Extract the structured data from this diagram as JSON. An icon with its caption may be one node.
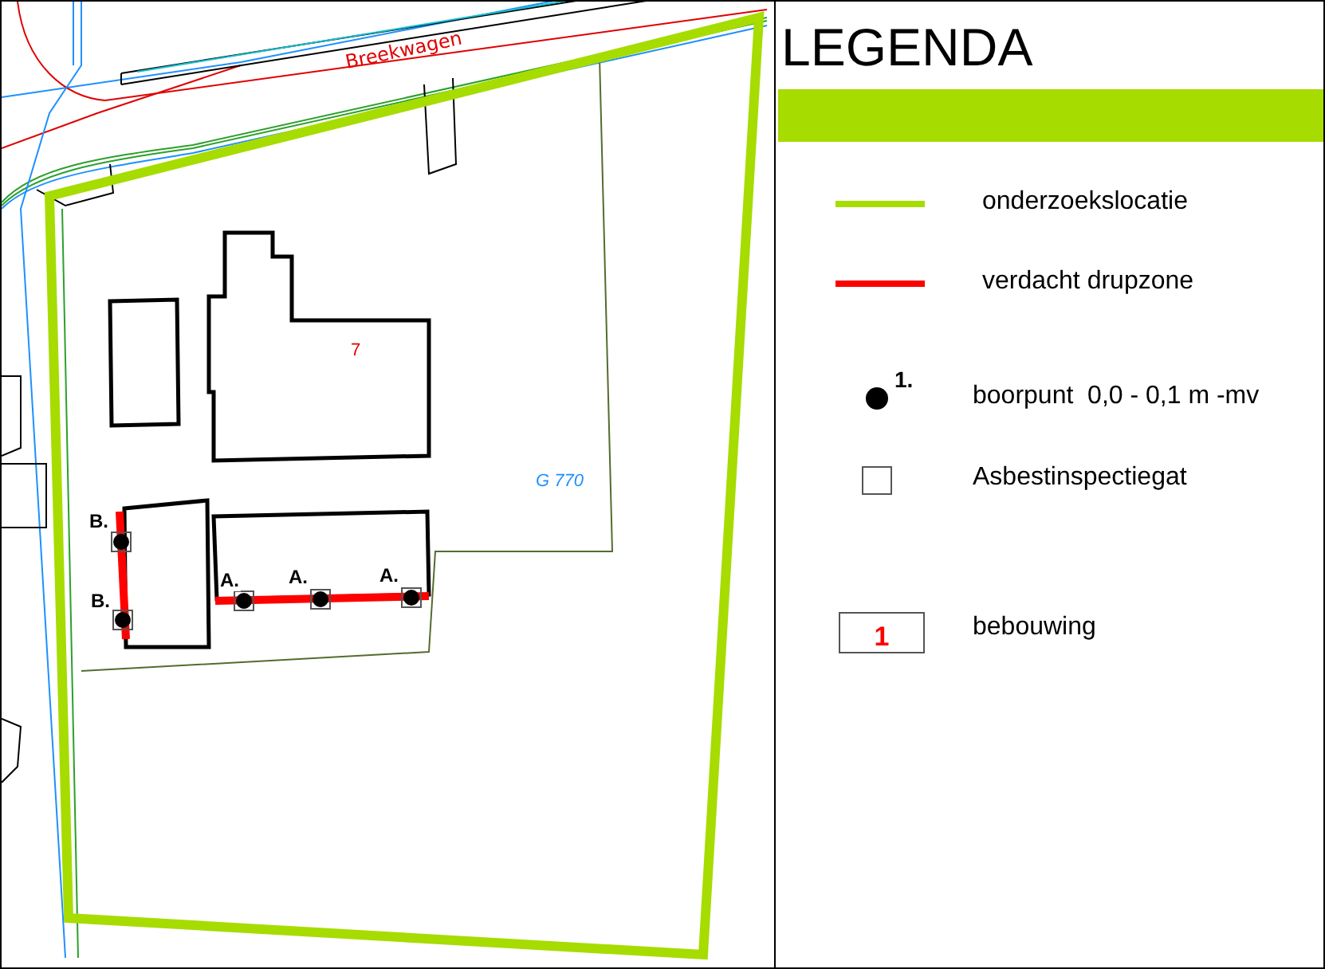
{
  "diagram": {
    "title": "LEGENDA",
    "labels": [
      "Breekwagen",
      "7",
      "G 770",
      "B.",
      "B.",
      "A.",
      "A.",
      "A.",
      "1.",
      "1"
    ],
    "legend": [
      {
        "text": "onderzoekslocatie"
      },
      {
        "text": "verdacht drupzone"
      },
      {
        "text": "boorpunt  0,0 - 0,1 m -mv"
      },
      {
        "text": "Asbestinspectiegat"
      },
      {
        "text": "bebouwing"
      }
    ]
  }
}
